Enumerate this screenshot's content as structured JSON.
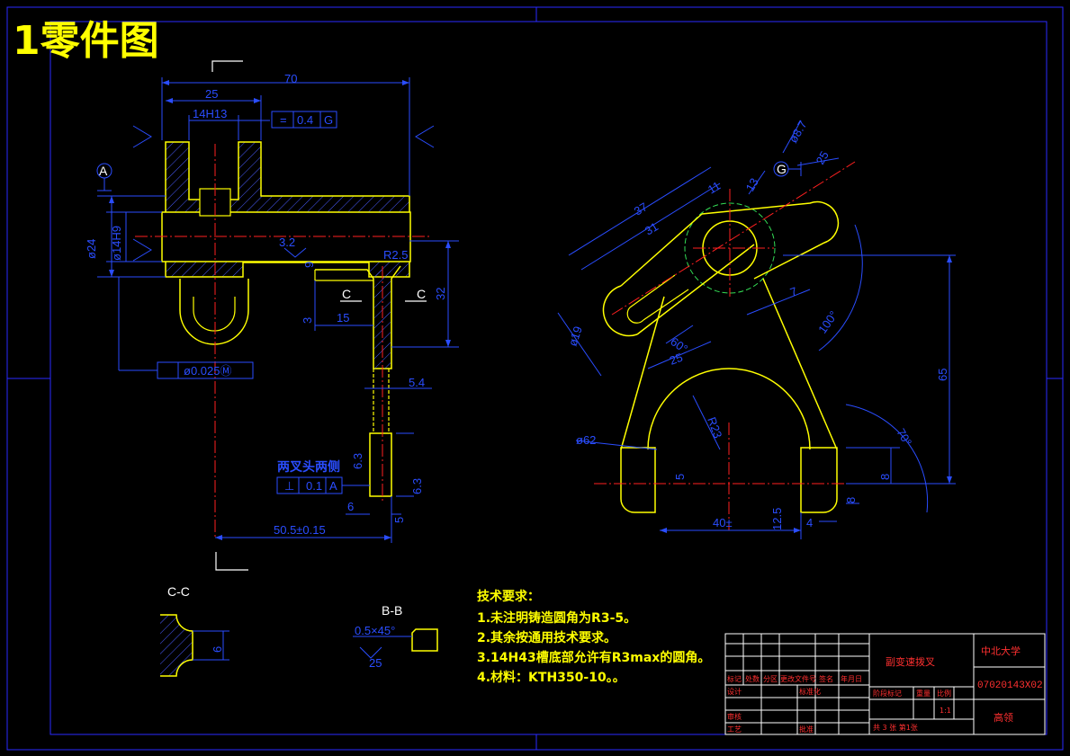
{
  "title": "1零件图",
  "colors": {
    "outline": "#ffff00",
    "dimension": "#2a4dff",
    "center": "#ff2020",
    "hatch": "#4a5cff",
    "border": "#2a2aff",
    "text_white": "#ffffff",
    "title_block": "#ff3030"
  },
  "left_view": {
    "dims": {
      "d70": "70",
      "d25": "25",
      "slot": "14H13",
      "tol_flat": "0.4",
      "tol_flat_ref": "G",
      "r1": "√",
      "d24": "ø24",
      "d14h9": "ø14H9",
      "r32": "3.2",
      "ang": "√",
      "c_left": "C",
      "c_right": "C",
      "d32": "32",
      "d15": "15",
      "d3": "3",
      "d9": "9",
      "d5": "5",
      "pos_tol": "ø0.025Ⓜ",
      "d5_4": "5.4",
      "d6_3": "6.3",
      "d6_3b": "6.3",
      "d6": "6",
      "d_total": "50.5±0.15",
      "datum_a": "A",
      "perp_tol": "0.1",
      "perp_ref": "A",
      "two_fork_side": "两叉头两侧",
      "flat_r": "R2.5"
    }
  },
  "right_view": {
    "dims": {
      "d37": "37",
      "d31": "31",
      "d11": "11",
      "d13": "13",
      "d19": "ø19",
      "d25": "25",
      "d7": "7",
      "d100": "100°",
      "d60": "60°",
      "d65": "65",
      "d70d": "70°",
      "r23": "R23",
      "d62": "ø62",
      "d5": "5",
      "d8": "8",
      "d8b": "8",
      "d12_5": "12.5",
      "d4": "4",
      "d40": "40±",
      "p87": "ø8.7",
      "q25": "25",
      "datum_g": "G"
    }
  },
  "section_cc": {
    "label": "C-C",
    "dim": "6"
  },
  "section_bb": {
    "label": "B-B",
    "chamfer": "0.5×45°",
    "finish": "25"
  },
  "notes": {
    "heading": "技术要求：",
    "lines": [
      "1.未注明铸造圆角为R3-5。",
      "2.其余按通用技术要求。",
      "3.14H43槽底部允许有R3max的圆角。",
      "4.材料：KTH350-10。。"
    ]
  },
  "title_block": {
    "part_name": "副变速拨叉",
    "school": "中北大学",
    "drawing_no": "07020143X02",
    "headers": [
      "标记",
      "处数",
      "分区",
      "更改文件号",
      "签名",
      "年月日"
    ],
    "row_design": "设计",
    "row_std": "标准化",
    "row_check": "审核",
    "row_process": "工艺",
    "row_approve": "批准",
    "stage_mark": "阶段标记",
    "weight": "重量",
    "scale": "比例",
    "scale_val": "1:1",
    "sheets": "共 3 张 第1张",
    "note_right": "高领"
  }
}
